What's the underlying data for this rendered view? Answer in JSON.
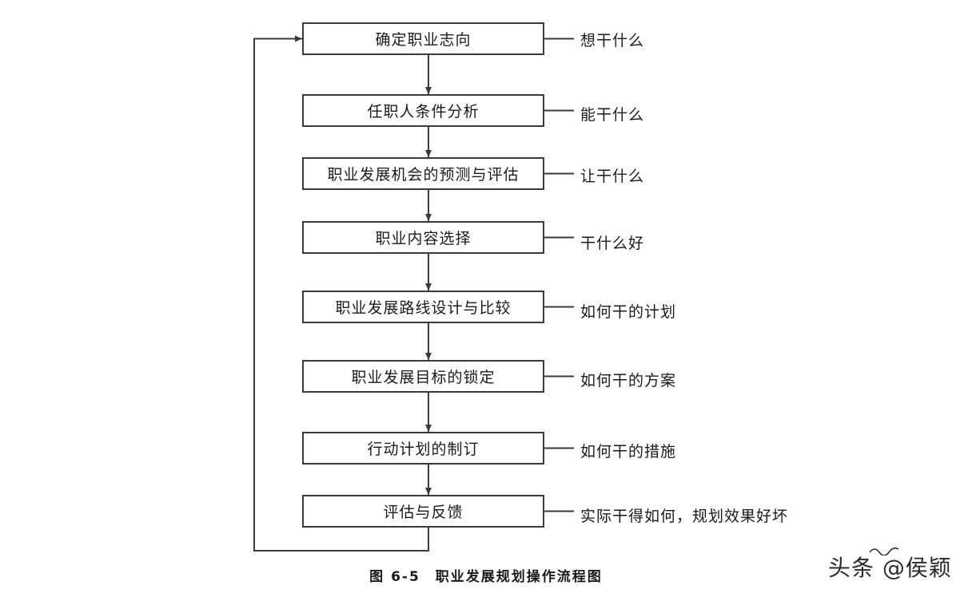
{
  "steps": [
    {
      "label": "确定职业志向",
      "note": "想干什么"
    },
    {
      "label": "任职人条件分析",
      "note": "能干什么"
    },
    {
      "label": "职业发展机会的预测与评估",
      "note": "让干什么"
    },
    {
      "label": "职业内容选择",
      "note": "干什么好"
    },
    {
      "label": "职业发展路线设计与比较",
      "note": "如何干的计划"
    },
    {
      "label": "职业发展目标的锁定",
      "note": "如何干的方案"
    },
    {
      "label": "行动计划的制订",
      "note": "如何干的措施"
    },
    {
      "label": "评估与反馈",
      "note": "实际干得如何，规划效果好坏"
    }
  ],
  "caption": "图 6-5　职业发展规划操作流程图",
  "watermark": "头条 @侯颖",
  "colors": {
    "line": "#3a3a3a",
    "text": "#1a1a1a",
    "background": "#ffffff"
  }
}
